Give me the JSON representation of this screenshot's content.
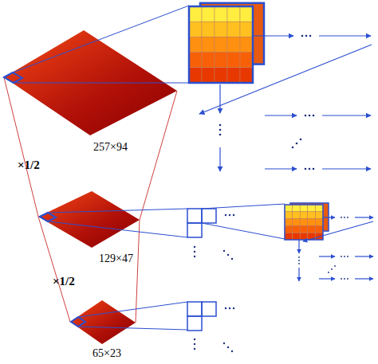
{
  "diagram": {
    "labels": [
      "257×94",
      "×1/2",
      "129×47",
      "×1/2",
      "65×23"
    ]
  }
}
